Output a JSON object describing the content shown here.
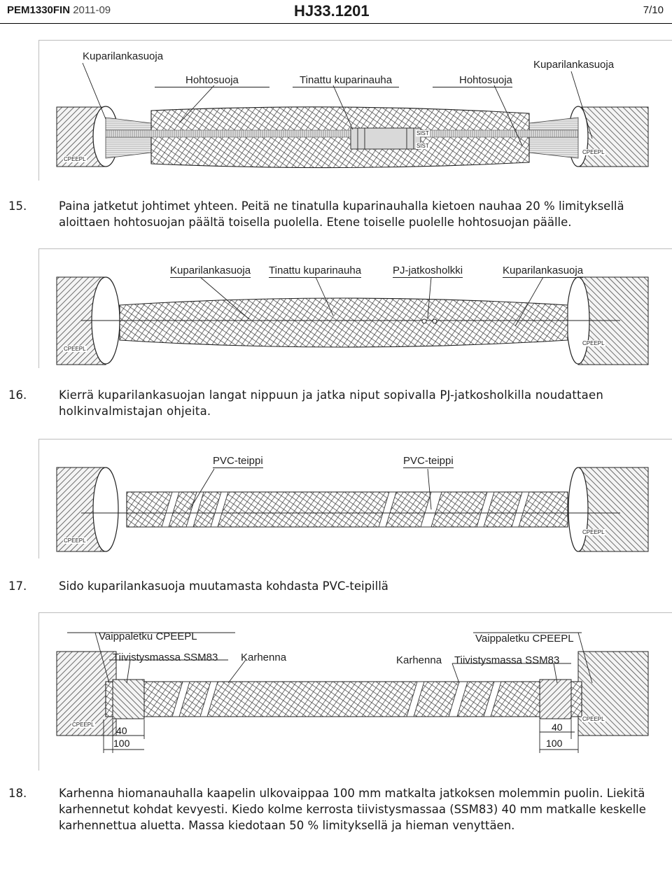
{
  "header": {
    "doc_code": "PEM1330FIN",
    "revision": "2011-09",
    "title": "HJ33.1201",
    "page": "7/10"
  },
  "figures": [
    {
      "labels": [
        "Kuparilankasuoja",
        "Hohtosuoja",
        "Tinattu kuparinauha",
        "Hohtosuoja",
        "Kuparilankasuoja"
      ],
      "tags": [
        "CPEEPL",
        "CPEEPL",
        "SIST",
        "SIST"
      ]
    },
    {
      "labels": [
        "Kuparilankasuoja",
        "Tinattu kuparinauha",
        "PJ-jatkosholkki",
        "Kuparilankasuoja"
      ],
      "tags": [
        "CPEEPL",
        "CPEEPL"
      ]
    },
    {
      "labels": [
        "PVC-teippi",
        "PVC-teippi"
      ],
      "tags": [
        "CPEEPL",
        "CPEEPL"
      ]
    },
    {
      "labels": [
        "Vaippaletku CPEEPL",
        "Tiivistysmassa SSM83",
        "Karhenna",
        "Vaippaletku CPEEPL",
        "Karhenna",
        "Tiivistysmassa SSM83"
      ],
      "tags": [
        "CPEEPL",
        "CPEEPL"
      ],
      "dimensions": [
        "40",
        "100",
        "40",
        "100"
      ]
    }
  ],
  "steps": [
    {
      "number": "15.",
      "text": "Paina jatketut johtimet yhteen. Peitä ne tinatulla kuparinauhalla kietoen nauhaa 20 % limityksellä aloittaen hohtosuojan päältä toisella puolella. Etene toiselle puolelle hohtosuojan päälle."
    },
    {
      "number": "16.",
      "text": "Kierrä kuparilankasuojan langat nippuun ja jatka niput sopivalla PJ-jatkosholkilla noudattaen holkinvalmistajan ohjeita."
    },
    {
      "number": "17.",
      "text": "Sido kuparilankasuoja muutamasta kohdasta PVC-teipillä"
    },
    {
      "number": "18.",
      "text": "Karhenna hiomanauhalla kaapelin ulkovaippaa 100 mm matkalta jatkoksen molemmin puolin. Liekitä karhennetut kohdat kevyesti. Kiedo kolme kerrosta tiivistysmassaa (SSM83) 40 mm matkalle keskelle karhennettua aluetta. Massa kiedotaan 50 % limityksellä ja hieman venyttäen."
    }
  ],
  "colors": {
    "ink": "#1a1a1a",
    "rule": "#bdbdbd",
    "hatch": "#555555"
  }
}
